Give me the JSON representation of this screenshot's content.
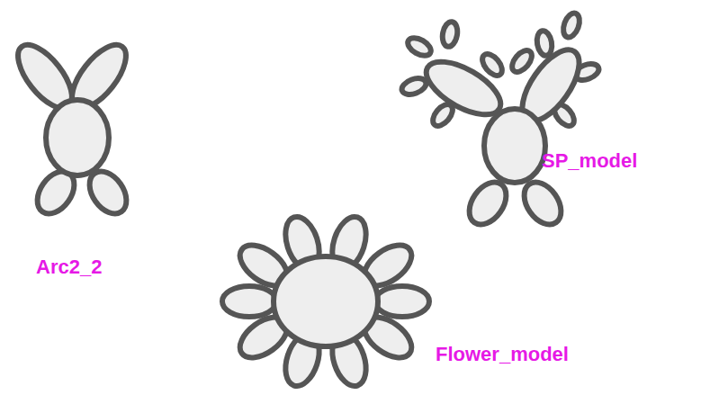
{
  "diagram": {
    "labels": [
      "Arc2_2",
      "SP_model",
      "Flower_model"
    ]
  }
}
